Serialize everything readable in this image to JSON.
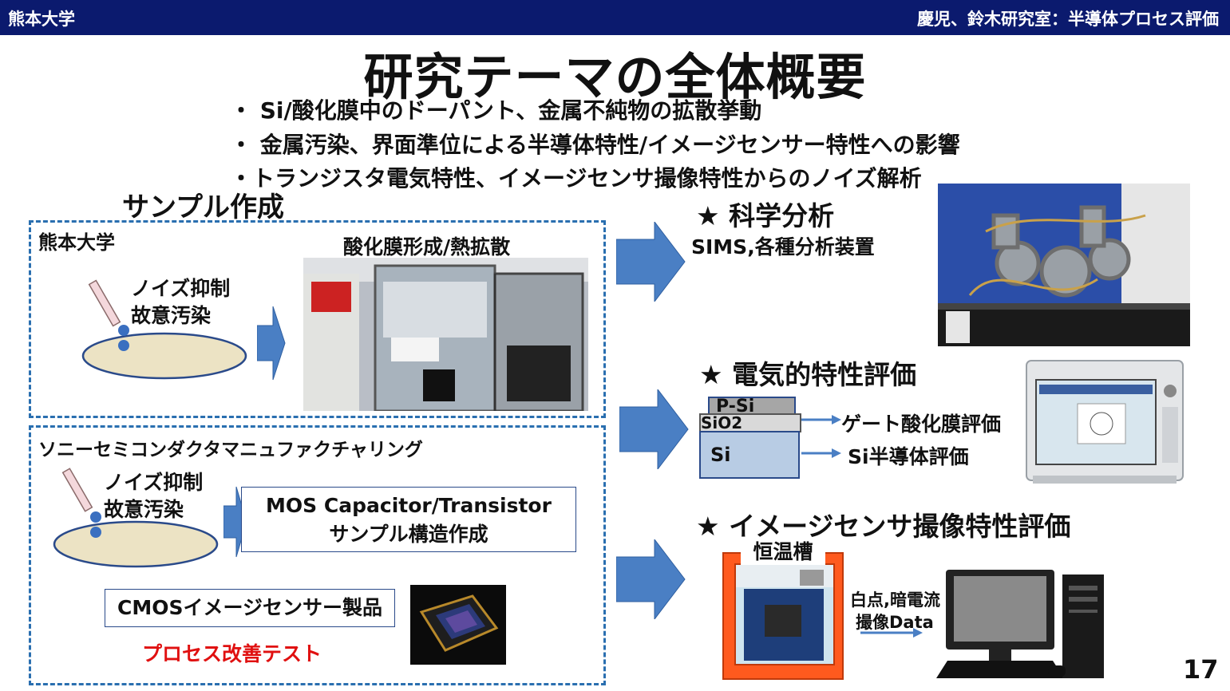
{
  "header": {
    "org": "熊本大学",
    "lab": "慶児、鈴木研究室：半導体プロセス評価"
  },
  "title": "研究テーマの全体概要",
  "bullets": [
    "・ Si/酸化膜中のドーパント、金属不純物の拡散挙動",
    "・ 金属汚染、界面準位による半導体特性/イメージセンサー特性への影響",
    "・トランジスタ電気特性、イメージセンサ撮像特性からのノイズ解析"
  ],
  "sample": {
    "heading": "サンプル作成",
    "kumamoto": {
      "label": "熊本大学",
      "noise1": "ノイズ抑制",
      "noise2": "故意汚染",
      "process": "酸化膜形成/熱拡散"
    },
    "sony": {
      "label": "ソニーセミコンダクタマニュファクチャリング",
      "noise1": "ノイズ抑制",
      "noise2": "故意汚染",
      "mos1": "MOS Capacitor/Transistor",
      "mos2": "サンプル構造作成",
      "cmos": "CMOSイメージセンサー製品",
      "improve": "プロセス改善テスト"
    }
  },
  "analysis": {
    "science": {
      "heading": "★ 科学分析",
      "sub": "SIMS,各種分析装置"
    },
    "electric": {
      "heading": "★ 電気的特性評価",
      "psi": "P-Si",
      "sio2": "SiO2",
      "si": "Si",
      "gate": "ゲート酸化膜評価",
      "semi": "Si半導体評価"
    },
    "image": {
      "heading": "★ イメージセンサ撮像特性評価",
      "chamber": "恒温槽",
      "data1": "白点,暗電流",
      "data2": "撮像Data"
    }
  },
  "page_number": "17",
  "colors": {
    "header": "#0b1a6e",
    "arrow": "#4a7fc4",
    "dashed": "#2a6fb0",
    "wafer": "#ece3c4",
    "chamber": "#ff5a1e",
    "improve": "#e01010"
  }
}
